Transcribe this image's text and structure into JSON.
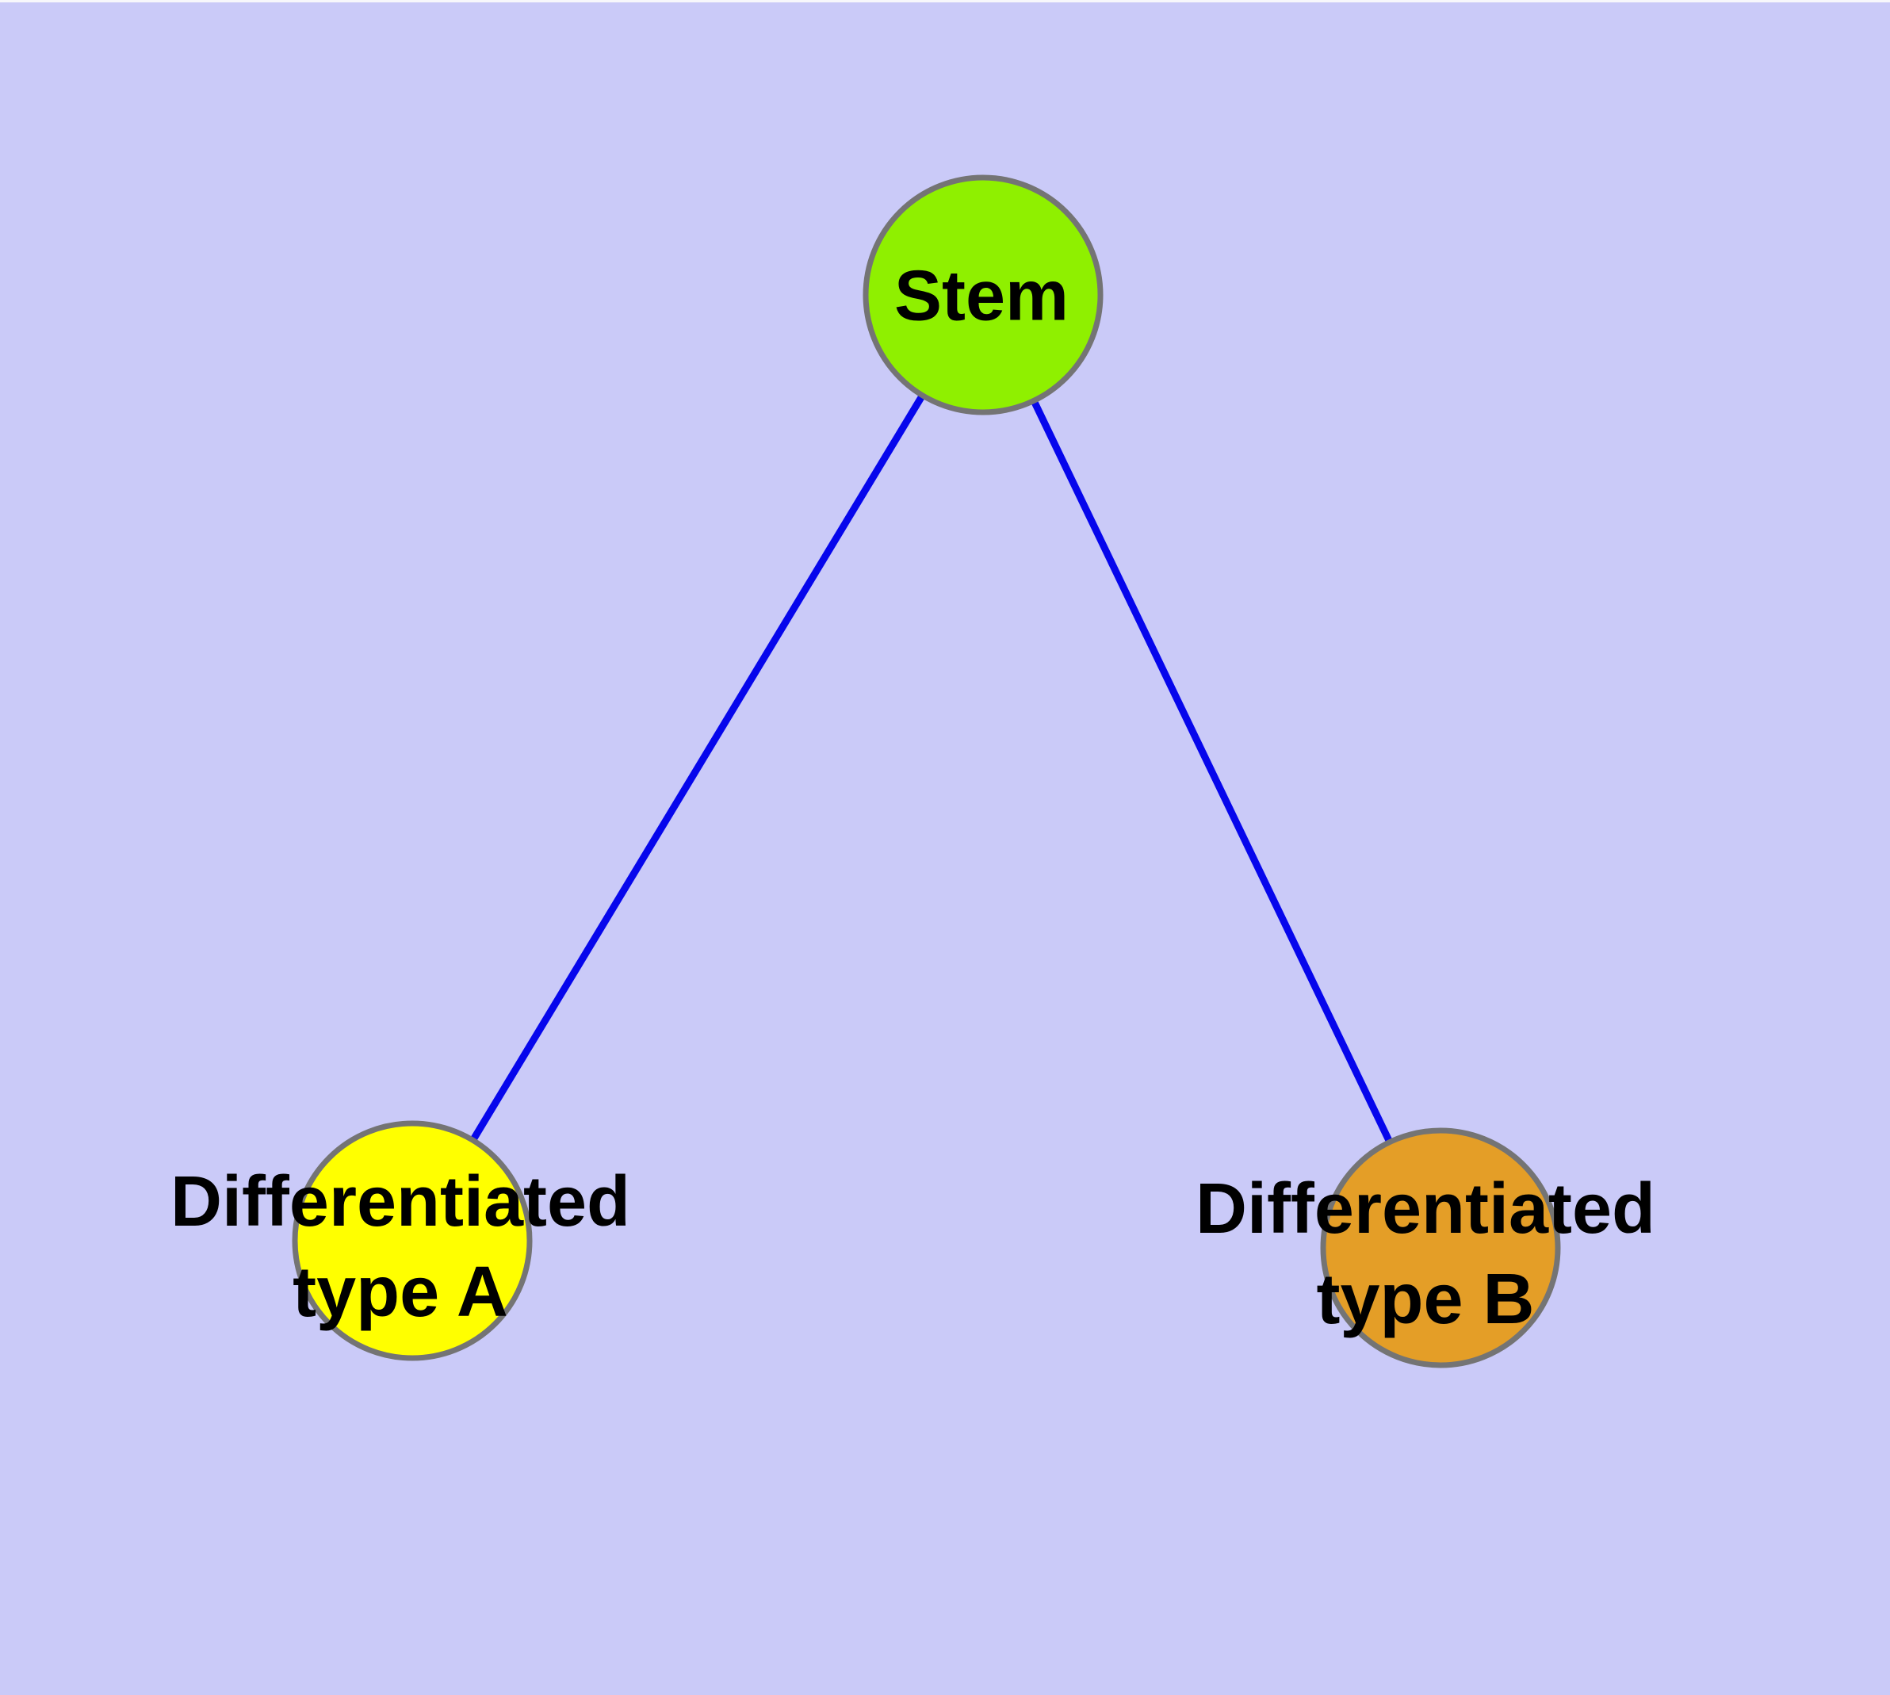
{
  "diagram": {
    "type": "node-link-graph",
    "colors": {
      "background": "#CACAF8",
      "top_edge_strip": "#F7F7FB",
      "edge": "#0606EC",
      "node_border": "#747474",
      "label_text": "#000000"
    },
    "nodes": {
      "stem": {
        "id": "stem",
        "label": "Stem",
        "fill": "#8FF000"
      },
      "type_a": {
        "id": "type_a",
        "label": "Differentiated type A",
        "label_line1": "Differentiated",
        "label_line2": "type A",
        "fill": "#FFFF00"
      },
      "type_b": {
        "id": "type_b",
        "label": "Differentiated type B",
        "label_line1": "Differentiated",
        "label_line2": "type B",
        "fill": "#E49E27"
      }
    },
    "edges": [
      {
        "from": "Stem",
        "to": "Differentiated type A"
      },
      {
        "from": "Stem",
        "to": "Differentiated type B"
      }
    ]
  }
}
